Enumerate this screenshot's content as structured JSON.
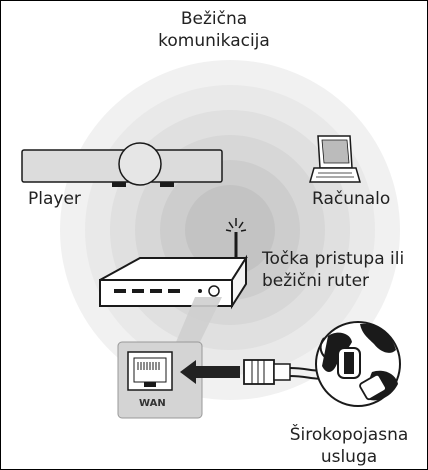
{
  "labels": {
    "wireless_line1": "Bežična",
    "wireless_line2": "komunikacija",
    "player": "Player",
    "computer": "Računalo",
    "access_point_line1": "Točka pristupa ili",
    "access_point_line2": "bežični ruter",
    "wan": "WAN",
    "broadband_line1": "Širokopojasna",
    "broadband_line2": "usluga"
  },
  "colors": {
    "signal_ring": "#e3e3e3",
    "device_outline": "#1a1a1a",
    "arrow": "#222222",
    "highlight": "#d0d0d0"
  },
  "icons": [
    "player-device-icon",
    "laptop-icon",
    "wireless-router-icon",
    "wan-port-icon",
    "ethernet-cable-icon",
    "globe-icon"
  ]
}
